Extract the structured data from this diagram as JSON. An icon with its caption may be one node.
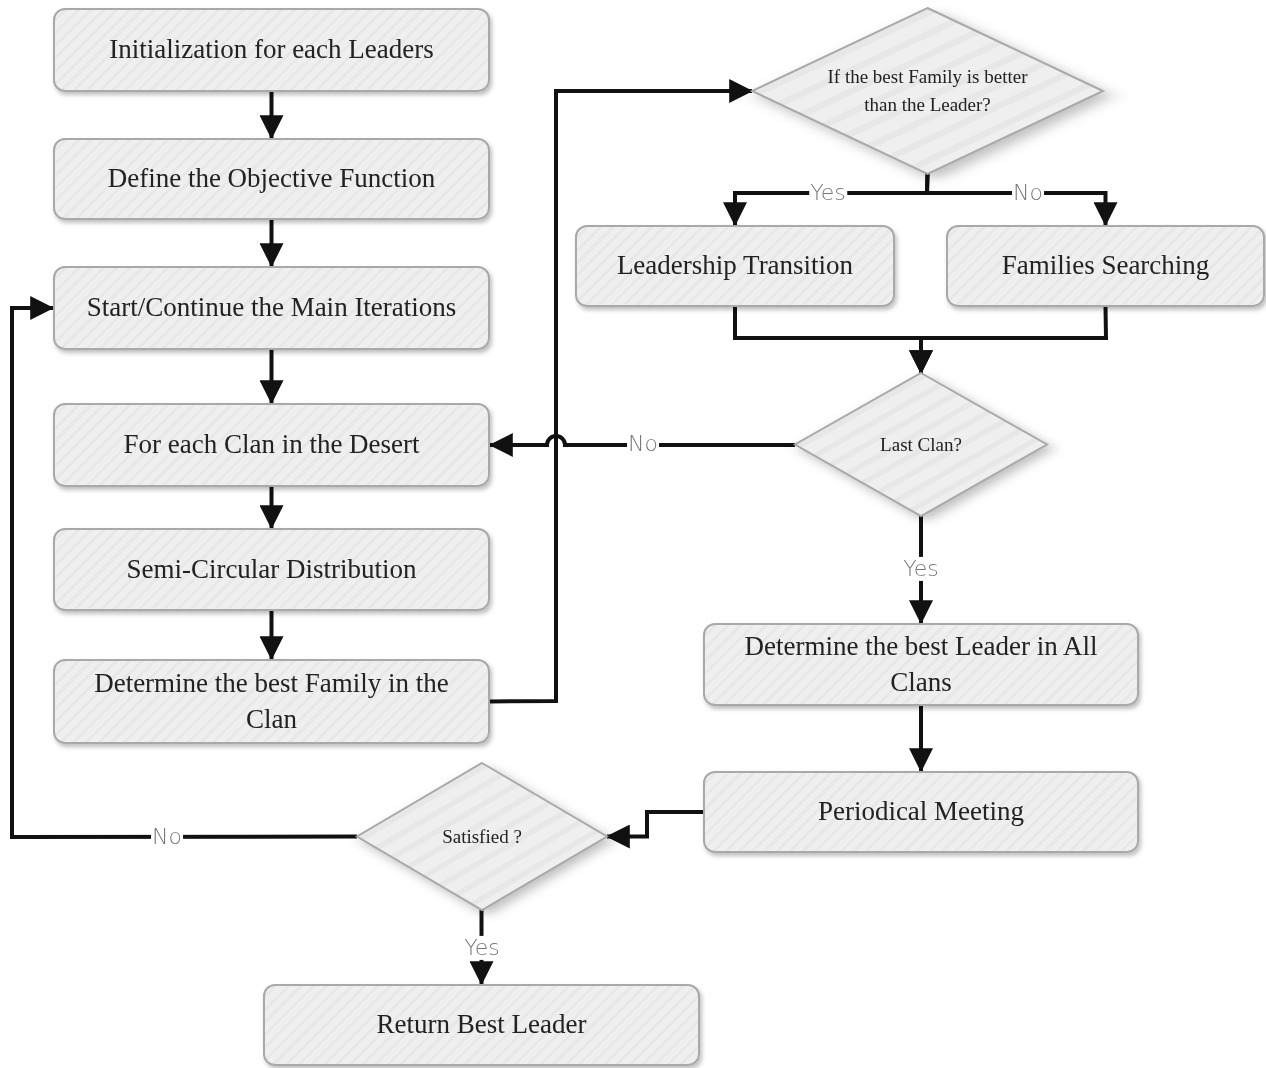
{
  "diagram": {
    "nodes": [
      {
        "text": [
          "Initialization for each Leaders"
        ]
      },
      {
        "text": [
          "Define the Objective Function"
        ]
      },
      {
        "text": [
          "Start/Continue the Main Iterations"
        ]
      },
      {
        "text": [
          "For each Clan in the Desert"
        ]
      },
      {
        "text": [
          "Semi-Circular Distribution"
        ]
      },
      {
        "text": [
          "Determine the best Family in the Clan"
        ]
      },
      {
        "text": [
          "If the best Family is better than the Leader?"
        ]
      },
      {
        "text": [
          "Leadership Transition"
        ]
      },
      {
        "text": [
          "Families Searching"
        ]
      },
      {
        "text": [
          "Last Clan?"
        ]
      },
      {
        "text": [
          "Determine the best Leader in All Clans"
        ]
      },
      {
        "text": [
          "Periodical Meeting"
        ]
      },
      {
        "text": [
          "Satisfied ?"
        ]
      },
      {
        "text": [
          "Return Best Leader"
        ]
      }
    ],
    "edges": [
      {
        "from": 0,
        "to": 1,
        "arrow": "to"
      },
      {
        "from": 1,
        "to": 2,
        "arrow": "to"
      },
      {
        "from": 2,
        "to": 3,
        "arrow": "to"
      },
      {
        "from": 3,
        "to": 4,
        "arrow": "to"
      },
      {
        "from": 4,
        "to": 5,
        "arrow": "to"
      },
      {
        "from": 5,
        "to": 6,
        "arrow": "to"
      },
      {
        "from": 6,
        "to": 7,
        "label": "Yes",
        "arrow": "to"
      },
      {
        "from": 6,
        "to": 8,
        "label": "No",
        "arrow": "to"
      },
      {
        "from": 7,
        "to": 9,
        "arrow": "to"
      },
      {
        "from": 8,
        "to": 9,
        "arrow": "to"
      },
      {
        "from": 9,
        "to": 3,
        "label": "No",
        "arrow": "to"
      },
      {
        "from": 9,
        "to": 10,
        "label": "Yes",
        "arrow": "to"
      },
      {
        "from": 10,
        "to": 11,
        "arrow": "to"
      },
      {
        "from": 11,
        "to": 12,
        "arrow": "to"
      },
      {
        "from": 12,
        "to": 2,
        "label": "No",
        "arrow": "to"
      },
      {
        "from": 12,
        "to": 13,
        "label": "Yes",
        "arrow": "to"
      }
    ]
  }
}
